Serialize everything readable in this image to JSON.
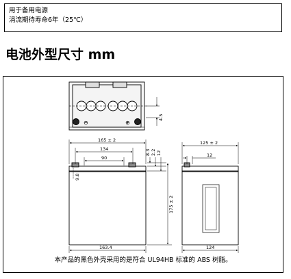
{
  "info": {
    "line1": "用于备用电源",
    "line2": "涓流期待寿命6年（25℃）"
  },
  "section_title": "电池外型尺寸 mm",
  "dimensions": {
    "top_height": "4.5",
    "overall_width": "165 ± 2",
    "terminal_span": "134",
    "terminal_inner": "90",
    "d_8_3": "8.3",
    "d_2_2": "2.2",
    "d_12": "12",
    "d_9_8": "9.8",
    "overall_height": "175 ± 2",
    "body_width": "163.4",
    "side_width": "125 ± 2",
    "side_12": "12",
    "side_body": "124"
  },
  "caption": "本产品的黑色外壳采用的是符合 UL94HB 标准的 ABS 树脂。"
}
